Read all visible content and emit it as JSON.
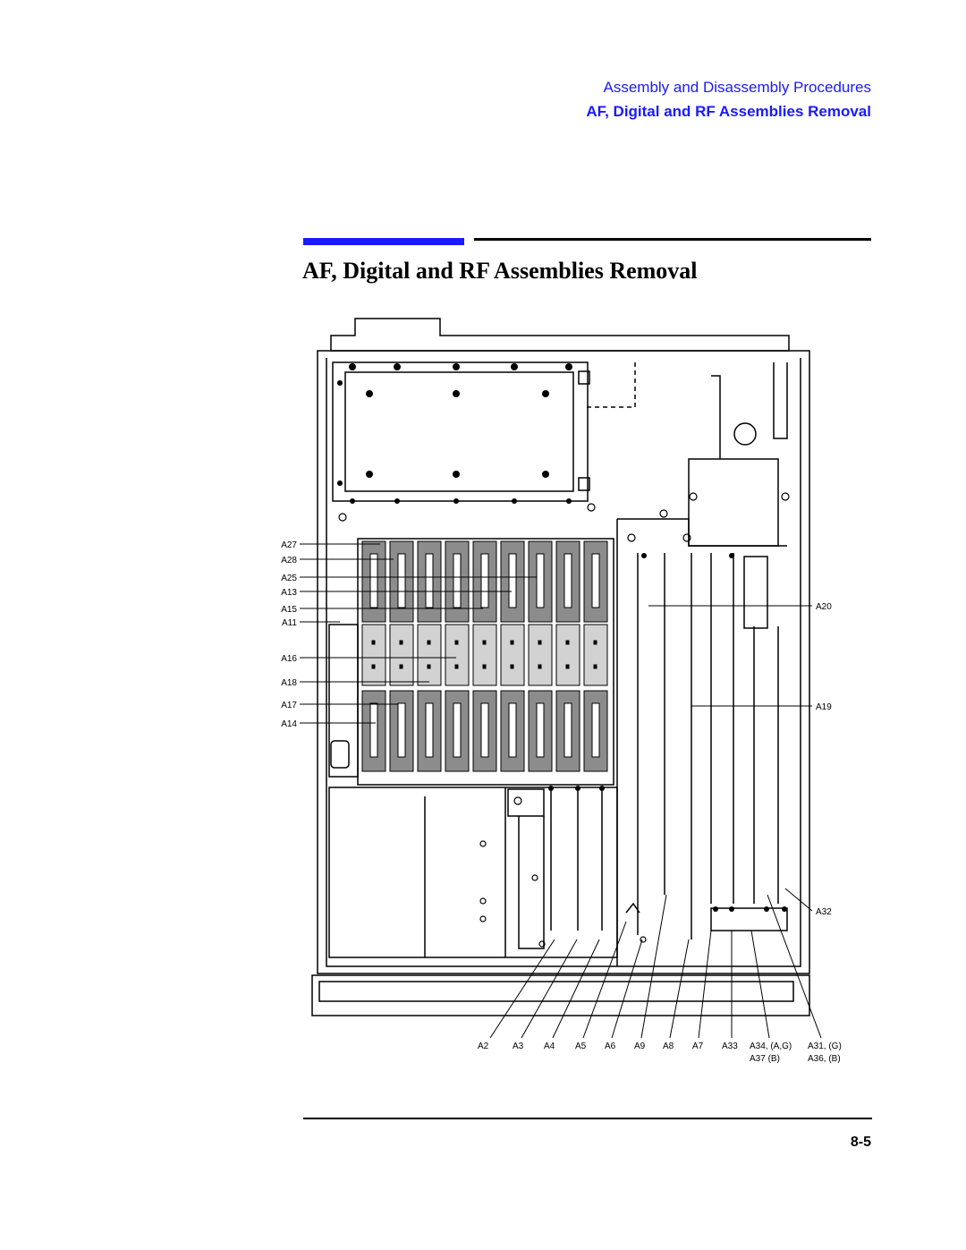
{
  "header": {
    "chapter": "Assembly and Disassembly Procedures",
    "section": "AF, Digital and RF Assemblies Removal"
  },
  "title": "AF, Digital and RF Assemblies Removal",
  "figure": {
    "left_labels": [
      "A27",
      "A28",
      "A25",
      "A13",
      "A15",
      "A11",
      "A16",
      "A18",
      "A17",
      "A14"
    ],
    "right_labels": [
      "A20",
      "A19",
      "A32"
    ],
    "bottom_labels": [
      "A2",
      "A3",
      "A4",
      "A5",
      "A6",
      "A9",
      "A8",
      "A7",
      "A33",
      "A34, (A,G)",
      "A31, (G)"
    ],
    "bottom_labels_line2": [
      "A37 (B)",
      "A36, (B)"
    ]
  },
  "page_number": "8-5",
  "colors": {
    "accent": "#1a1aff",
    "module_dark": "#8c8c8c",
    "module_light": "#d2d2d2"
  }
}
